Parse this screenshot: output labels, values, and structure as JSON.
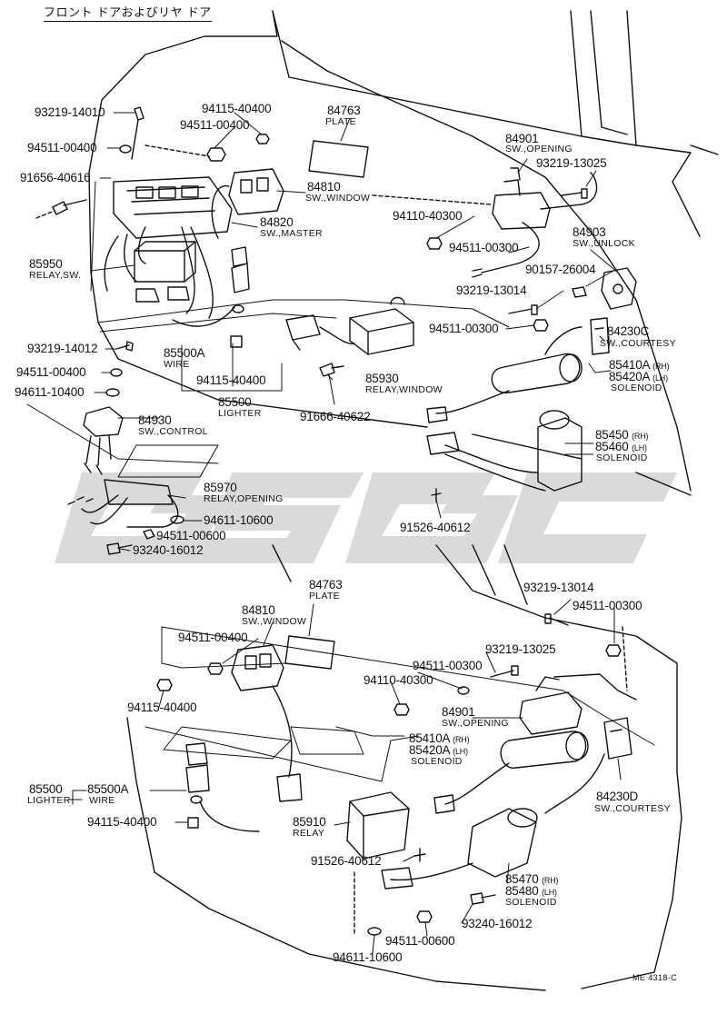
{
  "title": "フロント ドアおよびリヤ ドア",
  "doc_id": "ME 4318-C",
  "watermark_color": "#d4d4d4",
  "ink_color": "#111111",
  "front": {
    "p_93219_14010": "93219-14010",
    "p_94511_00400_a": "94511-00400",
    "p_91656_40616": "91656-40616",
    "p_85950": "85950",
    "n_85950": "RELAY,SW.",
    "p_94115_40400_top": "94115-40400",
    "p_94511_00400_top": "94511-00400",
    "p_84763": "84763",
    "n_84763": "PLATE",
    "p_84810": "84810",
    "n_84810": "SW.,WINDOW",
    "p_84820": "84820",
    "n_84820": "SW.,MASTER",
    "p_84901": "84901",
    "n_84901": "SW.,OPENING",
    "p_93219_13025": "93219-13025",
    "p_94110_40300": "94110-40300",
    "p_94511_00300": "94511-00300",
    "p_84903": "84903",
    "n_84903": "SW.,UNLOCK",
    "p_90157_26004": "90157-26004",
    "p_93219_13014": "93219-13014",
    "p_94511_00300_b": "94511-00300",
    "p_84230C": "84230C",
    "n_84230C": "SW.,COURTESY",
    "p_85410A": "85410A",
    "s_85410A": "(RH)",
    "p_85420A": "85420A",
    "s_85420A": "(LH)",
    "n_85410A": "SOLENOID",
    "p_93219_14012": "93219-14012",
    "p_94511_00400_b": "94511-00400",
    "p_94611_10400": "94611-10400",
    "p_85500A": "85500A",
    "n_85500A": "WIRE",
    "p_94115_40400_mid": "94115-40400",
    "p_85500": "85500",
    "n_85500": "LIGHTER",
    "p_85930": "85930",
    "n_85930": "RELAY,WINDOW",
    "p_91666_40622": "91666-40622",
    "p_84930": "84930",
    "n_84930": "SW.,CONTROL",
    "p_85450": "85450",
    "s_85450": "(RH)",
    "p_85460": "85460",
    "s_85460": "(LH)",
    "n_85450": "SOLENOID",
    "p_85970": "85970",
    "n_85970": "RELAY,OPENING",
    "p_94611_10600": "94611-10600",
    "p_94511_00600": "94511-00600",
    "p_93240_16012": "93240-16012",
    "p_91526_40612": "91526-40612"
  },
  "rear": {
    "p_84763": "84763",
    "n_84763": "PLATE",
    "p_84810": "84810",
    "n_84810": "SW.,WINDOW",
    "p_94511_00400": "94511-00400",
    "p_93219_13014": "93219-13014",
    "p_94511_00300": "94511-00300",
    "p_93219_13025": "93219-13025",
    "p_94511_00300_b": "94511-00300",
    "p_94110_40300": "94110-40300",
    "p_94115_40400": "94115-40400",
    "p_84901": "84901",
    "n_84901": "SW.,OPENING",
    "p_85410A": "85410A",
    "s_85410A": "(RH)",
    "p_85420A": "85420A",
    "s_85420A": "(LH)",
    "n_85410A": "SOLENOID",
    "p_85500": "85500",
    "n_85500": "LIGHTER",
    "p_85500A": "85500A",
    "n_85500A": "WIRE",
    "p_94115_40400_b": "94115-40400",
    "p_85910": "85910",
    "n_85910": "RELAY",
    "p_84230D": "84230D",
    "n_84230D": "SW.,COURTESY",
    "p_91526_40612": "91526-40612",
    "p_85470": "85470",
    "s_85470": "(RH)",
    "p_85480": "85480",
    "s_85480": "(LH)",
    "n_85470": "SOLENOID",
    "p_93240_16012": "93240-16012",
    "p_94511_00600": "94511-00600",
    "p_94611_10600": "94611-10600"
  }
}
